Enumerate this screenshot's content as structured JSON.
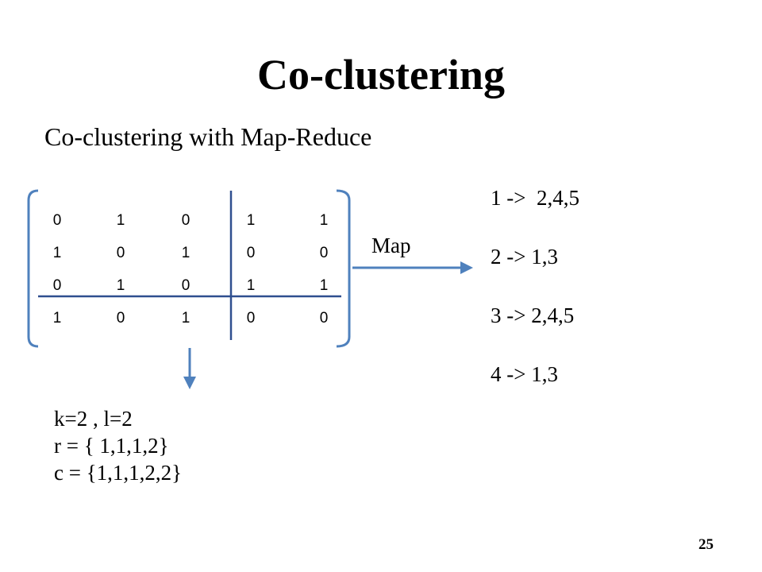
{
  "title": "Co-clustering",
  "subtitle": "Co-clustering with Map-Reduce",
  "matrix": [
    [
      "0",
      "1",
      "0",
      "1",
      "1"
    ],
    [
      "1",
      "0",
      "1",
      "0",
      "0"
    ],
    [
      "0",
      "1",
      "0",
      "1",
      "1"
    ],
    [
      "1",
      "0",
      "1",
      "0",
      "0"
    ]
  ],
  "map_label": "Map",
  "mappings": [
    "1 ->  2,4,5",
    "2 -> 1,3",
    "3 -> 2,4,5",
    "4 -> 1,3"
  ],
  "params": [
    "k=2 , l=2",
    "r = { 1,1,1,2}",
    "c = {1,1,1,2,2}"
  ],
  "page_number": "25",
  "colors": {
    "accent": "#4f81bd",
    "text": "#000000",
    "background": "#ffffff"
  }
}
